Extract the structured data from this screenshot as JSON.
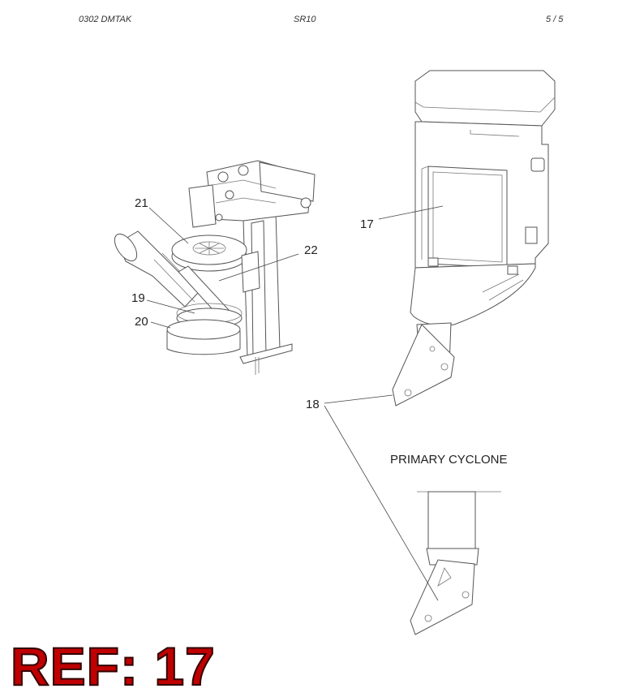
{
  "header": {
    "left": "0302   DMTAK",
    "center": "SR10",
    "right": "5 / 5"
  },
  "callouts": {
    "c17": "17",
    "c18": "18",
    "c19": "19",
    "c20": "20",
    "c21": "21",
    "c22": "22"
  },
  "caption": "PRIMARY CYCLONE",
  "ref_label": "REF: 17"
}
